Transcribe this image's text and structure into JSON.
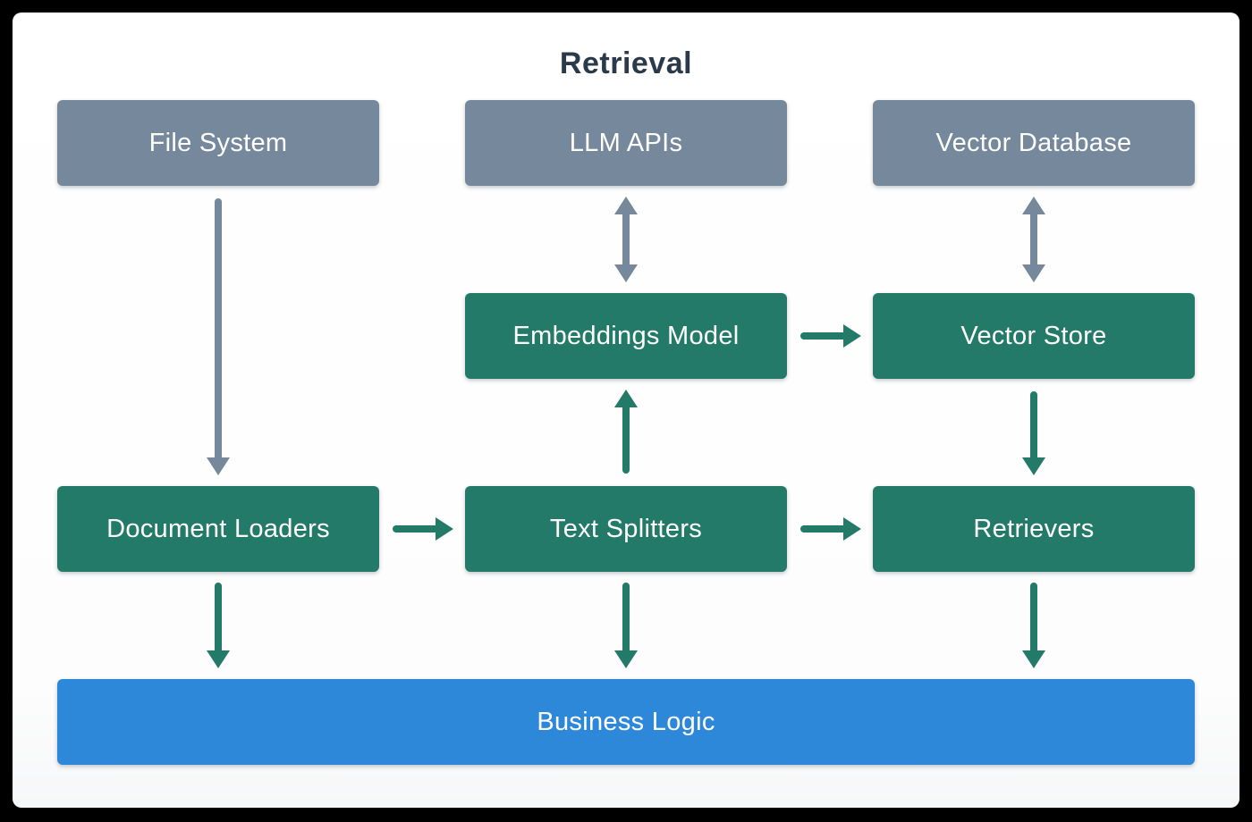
{
  "title": "Retrieval",
  "colors": {
    "background": "#000000",
    "card": "#FFFFFF",
    "title_text": "#2B3A4A",
    "external_box_gray": "#76889B",
    "component_box_green": "#247A68",
    "business_box_blue": "#2E88D9",
    "box_text": "#FFFFFF",
    "gray_arrow": "#76889B",
    "green_arrow": "#247A68"
  },
  "nodes": {
    "file_system": {
      "label": "File System",
      "type": "external"
    },
    "llm_apis": {
      "label": "LLM APIs",
      "type": "external"
    },
    "vector_database": {
      "label": "Vector Database",
      "type": "external"
    },
    "embeddings_model": {
      "label": "Embeddings Model",
      "type": "component"
    },
    "vector_store": {
      "label": "Vector Store",
      "type": "component"
    },
    "document_loaders": {
      "label": "Document Loaders",
      "type": "component"
    },
    "text_splitters": {
      "label": "Text Splitters",
      "type": "component"
    },
    "retrievers": {
      "label": "Retrievers",
      "type": "component"
    },
    "business_logic": {
      "label": "Business Logic",
      "type": "business"
    }
  },
  "edges": [
    {
      "from": "File System",
      "to": "Document Loaders",
      "direction": "down",
      "color": "gray"
    },
    {
      "from": "LLM APIs",
      "to": "Embeddings Model",
      "direction": "bidirectional",
      "color": "gray"
    },
    {
      "from": "Vector Database",
      "to": "Vector Store",
      "direction": "bidirectional",
      "color": "gray"
    },
    {
      "from": "Embeddings Model",
      "to": "Vector Store",
      "direction": "right",
      "color": "green"
    },
    {
      "from": "Text Splitters",
      "to": "Embeddings Model",
      "direction": "up",
      "color": "green"
    },
    {
      "from": "Vector Store",
      "to": "Retrievers",
      "direction": "down",
      "color": "green"
    },
    {
      "from": "Document Loaders",
      "to": "Text Splitters",
      "direction": "right",
      "color": "green"
    },
    {
      "from": "Text Splitters",
      "to": "Retrievers",
      "direction": "right",
      "color": "green"
    },
    {
      "from": "Document Loaders",
      "to": "Business Logic",
      "direction": "down",
      "color": "green"
    },
    {
      "from": "Text Splitters",
      "to": "Business Logic",
      "direction": "down",
      "color": "green"
    },
    {
      "from": "Retrievers",
      "to": "Business Logic",
      "direction": "down",
      "color": "green"
    }
  ]
}
